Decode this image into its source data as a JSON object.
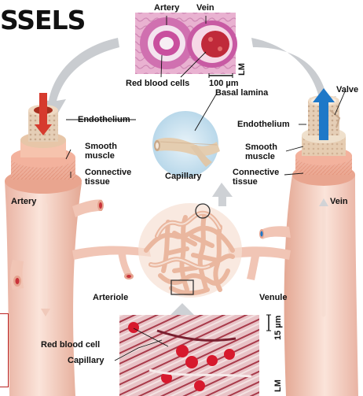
{
  "title": "SSELS",
  "micrographs": {
    "top": {
      "labels": {
        "artery": "Artery",
        "vein": "Vein",
        "lm": "LM",
        "red_blood_cells": "Red blood cells"
      },
      "scale_bar": "100 µm"
    },
    "bottom": {
      "labels": {
        "red_blood_cell": "Red blood cell",
        "capillary": "Capillary",
        "lm": "LM"
      },
      "scale_bar": "15 µm"
    }
  },
  "labels": {
    "artery": {
      "endothelium": "Endothelium",
      "smooth_muscle_1": "Smooth",
      "smooth_muscle_2": "muscle",
      "connective_tissue_1": "Connective",
      "connective_tissue_2": "tissue",
      "name": "Artery"
    },
    "vein": {
      "valve": "Valve",
      "endothelium": "Endothelium",
      "smooth_muscle_1": "Smooth",
      "smooth_muscle_2": "muscle",
      "connective_tissue_1": "Connective",
      "connective_tissue_2": "tissue",
      "name": "Vein"
    },
    "capillary_inset": {
      "basal_lamina": "Basal lamina",
      "capillary": "Capillary"
    },
    "arteriole": "Arteriole",
    "venule": "Venule"
  },
  "colors": {
    "tissue": "#f3cdbd",
    "tissue_dark": "#e6a995",
    "red": "#d63a2e",
    "blue": "#1e78c8",
    "arrow_gray": "#c9ccd0",
    "inset_bg": "#cfe4f0",
    "micrograph_pink": "#d98ab8"
  }
}
